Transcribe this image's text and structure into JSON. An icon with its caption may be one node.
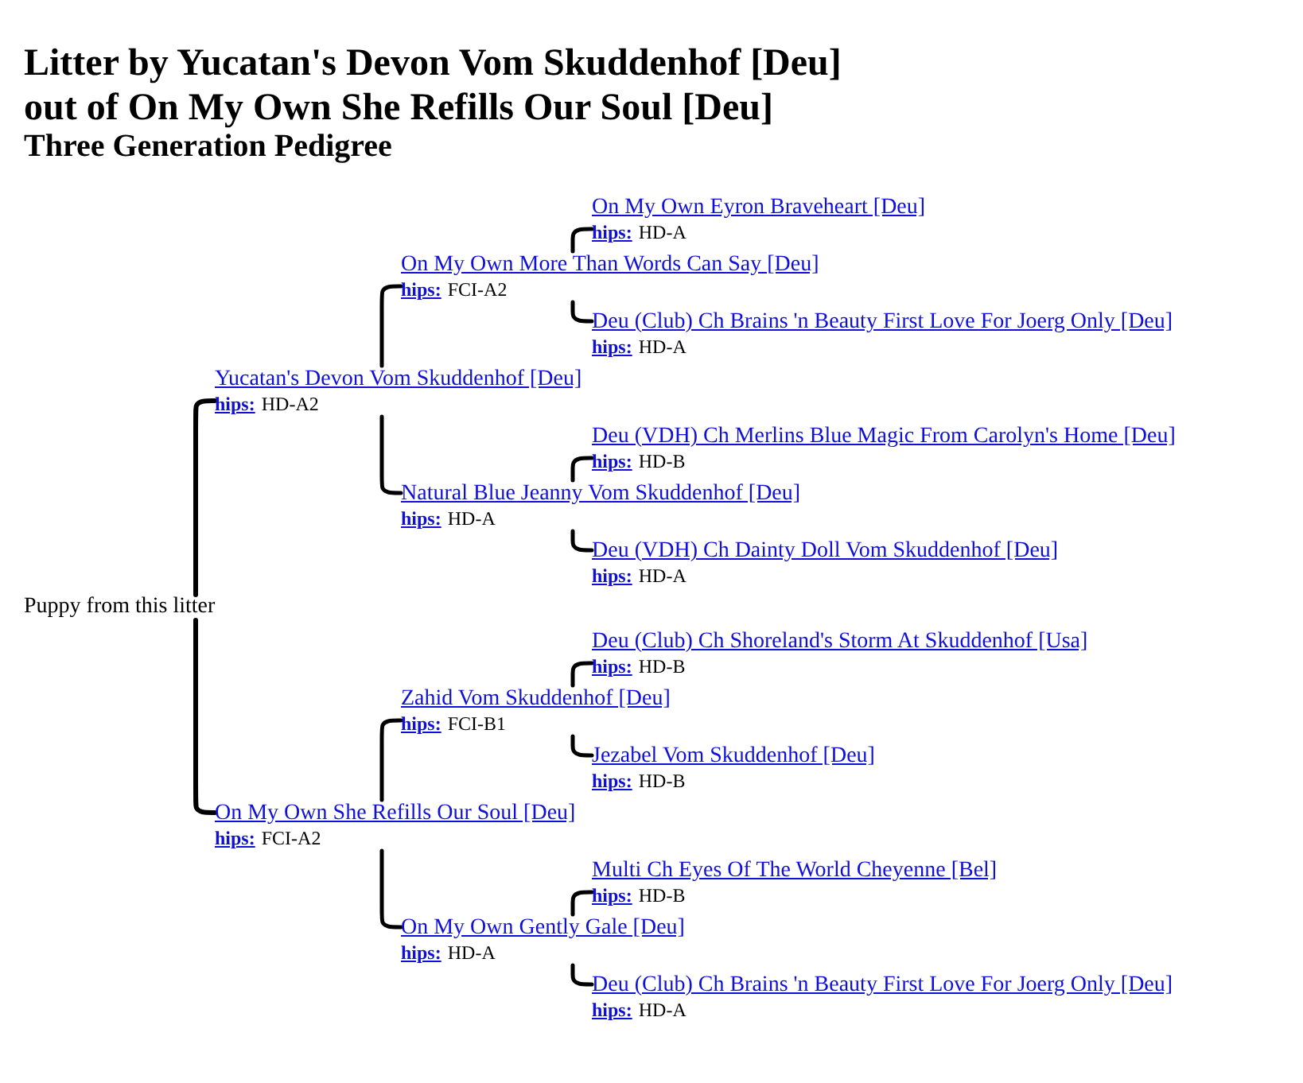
{
  "diagram": {
    "title": "Litter by Yucatan's Devon Vom Skuddenhof [Deu] out of On My Own She Refills Our Soul [Deu]",
    "nodes": [
      {
        "text": [
          "Puppy from this litter"
        ]
      },
      {
        "text": [
          "Yucatan's Devon Vom Skuddenhof [Deu]",
          "hips:",
          "HD-A2"
        ]
      },
      {
        "text": [
          "On My Own She Refills Our Soul [Deu]",
          "hips:",
          "FCI-A2"
        ]
      },
      {
        "text": [
          "On My Own More Than Words Can Say [Deu]",
          "hips:",
          "FCI-A2"
        ]
      },
      {
        "text": [
          "Natural Blue Jeanny Vom Skuddenhof [Deu]",
          "hips:",
          "HD-A"
        ]
      },
      {
        "text": [
          "Zahid Vom Skuddenhof [Deu]",
          "hips:",
          "FCI-B1"
        ]
      },
      {
        "text": [
          "On My Own Gently Gale [Deu]",
          "hips:",
          "HD-A"
        ]
      },
      {
        "text": [
          "On My Own Eyron Braveheart [Deu]",
          "hips:",
          "HD-A"
        ]
      },
      {
        "text": [
          "Deu (Club) Ch Brains 'n Beauty First Love For Joerg Only [Deu]",
          "hips:",
          "HD-A"
        ]
      },
      {
        "text": [
          "Deu (VDH) Ch Merlins Blue Magic From Carolyn's Home [Deu]",
          "hips:",
          "HD-B"
        ]
      },
      {
        "text": [
          "Deu (VDH) Ch Dainty Doll Vom Skuddenhof [Deu]",
          "hips:",
          "HD-A"
        ]
      },
      {
        "text": [
          "Deu (Club) Ch Shoreland's Storm At Skuddenhof [Usa]",
          "hips:",
          "HD-B"
        ]
      },
      {
        "text": [
          "Jezabel Vom Skuddenhof [Deu]",
          "hips:",
          "HD-B"
        ]
      },
      {
        "text": [
          "Multi Ch Eyes Of The World Cheyenne [Bel]",
          "hips:",
          "HD-B"
        ]
      },
      {
        "text": [
          "Deu (Club) Ch Brains 'n Beauty First Love For Joerg Only [Deu]",
          "hips:",
          "HD-A"
        ]
      }
    ],
    "edges": [
      {
        "from": 0,
        "to": 1,
        "arrow": "none"
      },
      {
        "from": 0,
        "to": 2,
        "arrow": "none"
      },
      {
        "from": 1,
        "to": 3,
        "arrow": "none"
      },
      {
        "from": 1,
        "to": 4,
        "arrow": "none"
      },
      {
        "from": 2,
        "to": 5,
        "arrow": "none"
      },
      {
        "from": 2,
        "to": 6,
        "arrow": "none"
      },
      {
        "from": 3,
        "to": 7,
        "arrow": "none"
      },
      {
        "from": 3,
        "to": 8,
        "arrow": "none"
      },
      {
        "from": 4,
        "to": 9,
        "arrow": "none"
      },
      {
        "from": 4,
        "to": 10,
        "arrow": "none"
      },
      {
        "from": 5,
        "to": 11,
        "arrow": "none"
      },
      {
        "from": 5,
        "to": 12,
        "arrow": "none"
      },
      {
        "from": 6,
        "to": 13,
        "arrow": "none"
      },
      {
        "from": 6,
        "to": 14,
        "arrow": "none"
      }
    ],
    "labels": [
      "Three Generation Pedigree"
    ]
  }
}
